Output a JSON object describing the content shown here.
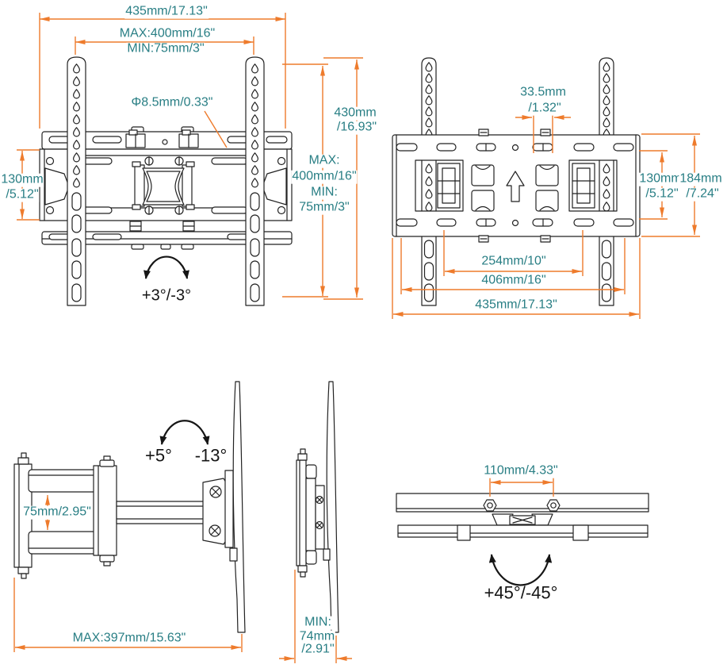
{
  "colors": {
    "dimension_text": "#287e84",
    "dimension_lines": "#ee7b2c",
    "drawing_lines": "#222222",
    "angle_text": "#151515",
    "background": "#ffffff"
  },
  "front_view": {
    "overall_width": "435mm/17.13\"",
    "max_width": "MAX:400mm/16\"",
    "min_width": "MIN:75mm/3\"",
    "hole_diameter": "Φ8.5mm/0.33\"",
    "plate_height_mm": "130mm",
    "plate_height_in": "/5.12\"",
    "overall_height_mm": "430mm",
    "overall_height_in": "/16.93\"",
    "vesa_max_label": "MAX:",
    "vesa_max_value": "400mm/16\"",
    "vesa_min_label": "MIN:",
    "vesa_min_value": "75mm/3\"",
    "rotation_range": "+3°/-3°"
  },
  "wall_plate_view": {
    "hole_pitch_mm": "33.5mm",
    "hole_pitch_in": "/1.32\"",
    "slot_spacing_mm": "130mm",
    "slot_spacing_in": "/5.12\"",
    "plate_height_mm": "184mm",
    "plate_height_in": "/7.24\"",
    "hole_spacing_254": "254mm/10\"",
    "hole_spacing_406": "406mm/16\"",
    "overall_width": "435mm/17.13\""
  },
  "side_view_extended": {
    "tilt_up": "+5°",
    "tilt_down": "-13°",
    "arm_height": "75mm/2.95\"",
    "max_extension": "MAX:397mm/15.63\""
  },
  "side_view_folded": {
    "min_label": "MIN:",
    "min_depth_mm": "74mm",
    "min_depth_in": "/2.91\""
  },
  "top_view": {
    "bolt_spacing": "110mm/4.33\"",
    "swivel_range": "+45°/-45°"
  }
}
